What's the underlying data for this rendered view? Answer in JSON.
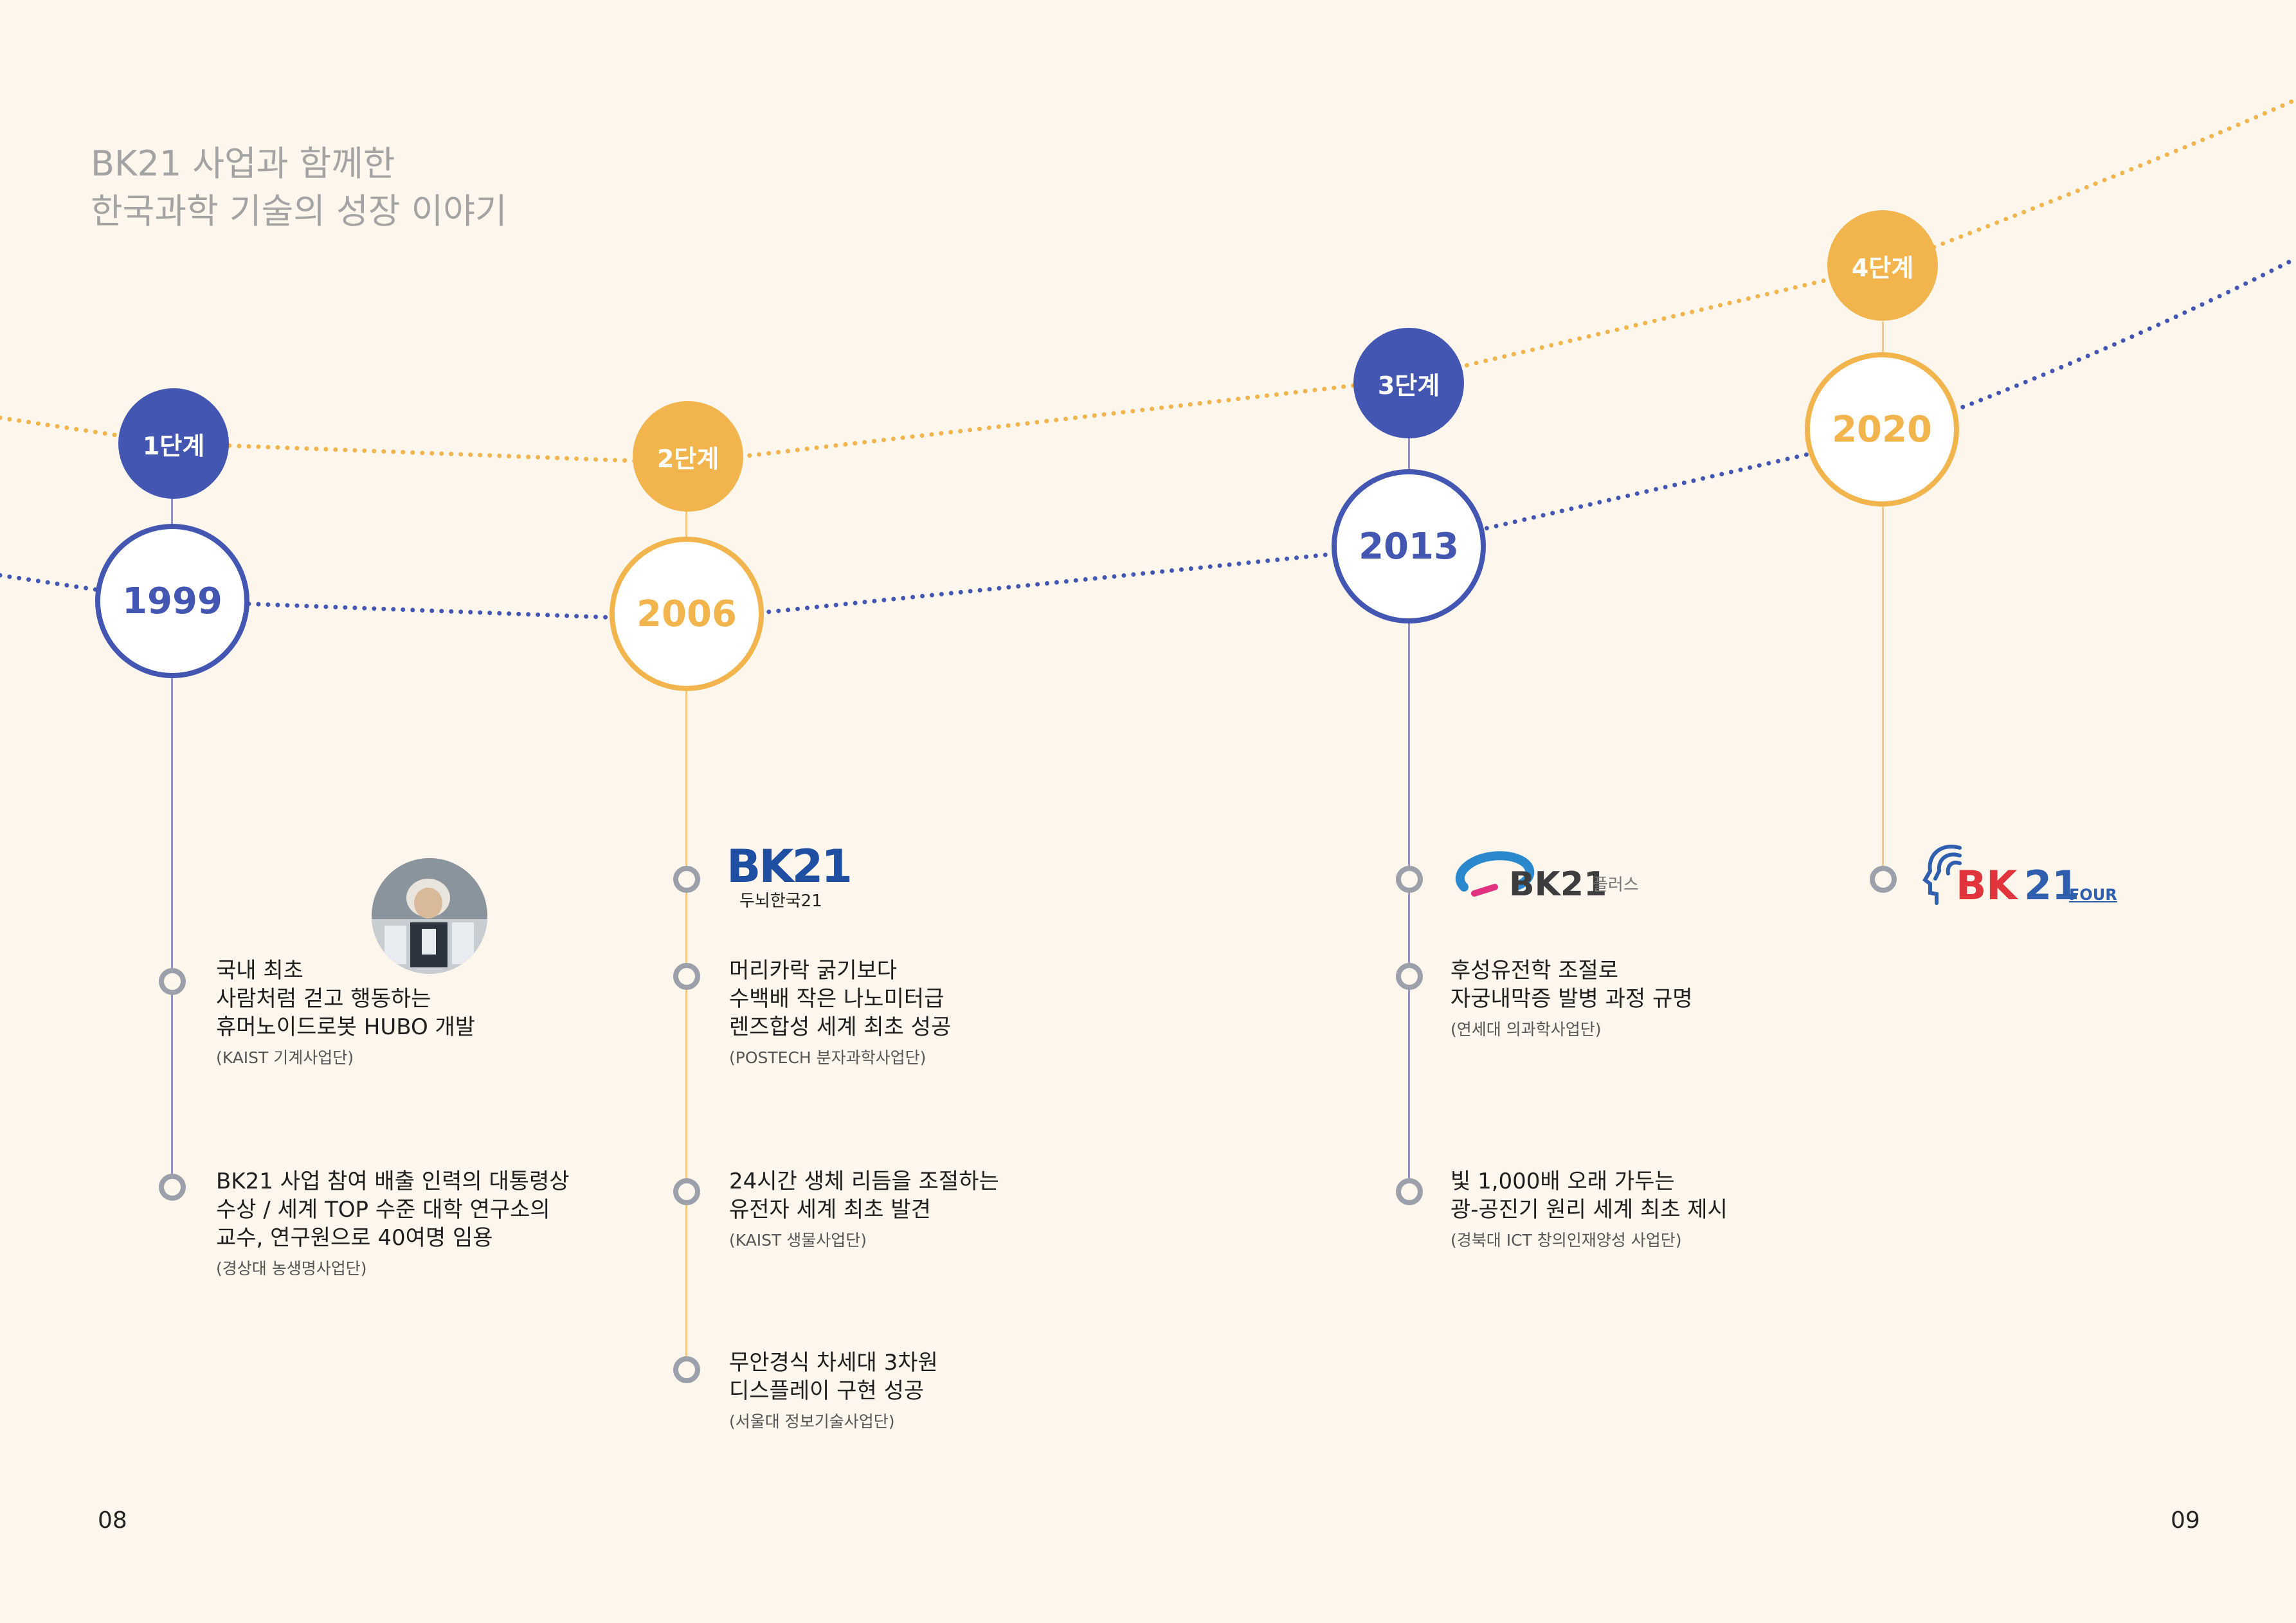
{
  "title": {
    "line1": "BK21 사업과 함께한",
    "line2": "한국과학 기술의 성장 이야기"
  },
  "colors": {
    "blue": "#4356b2",
    "yellow": "#f2b54e",
    "bullet": "#9ba0ab",
    "background": "#fcf6ec"
  },
  "phases": [
    {
      "label": "1단계",
      "year": "1999",
      "color": "blue"
    },
    {
      "label": "2단계",
      "year": "2006",
      "color": "yellow"
    },
    {
      "label": "3단계",
      "year": "2013",
      "color": "blue"
    },
    {
      "label": "4단계",
      "year": "2020",
      "color": "yellow"
    }
  ],
  "phase1": {
    "image": "HUBO robot photo",
    "items": [
      {
        "lines": [
          "국내 최초",
          "사람처럼 걷고 행동하는",
          "휴머노이드로봇 HUBO 개발"
        ],
        "source": "(KAIST 기계사업단)"
      },
      {
        "lines": [
          "BK21 사업 참여 배출 인력의 대통령상",
          "수상 / 세계 TOP 수준 대학 연구소의",
          "교수, 연구원으로 40여명 임용"
        ],
        "source": "(경상대 농생명사업단)"
      }
    ]
  },
  "phase2": {
    "logo": {
      "main": "BK21",
      "sub": "두뇌한국21"
    },
    "items": [
      {
        "lines": [
          "머리카락 굵기보다",
          "수백배 작은 나노미터급",
          "렌즈합성 세계 최초 성공"
        ],
        "source": "(POSTECH 분자과학사업단)"
      },
      {
        "lines": [
          "24시간 생체 리듬을 조절하는",
          "유전자 세계 최초 발견"
        ],
        "source": "(KAIST 생물사업단)"
      },
      {
        "lines": [
          "무안경식 차세대 3차원",
          "디스플레이 구현 성공"
        ],
        "source": "(서울대 정보기술사업단)"
      }
    ]
  },
  "phase3": {
    "logo": {
      "main": "BK21",
      "sub": "플러스"
    },
    "items": [
      {
        "lines": [
          "후성유전학 조절로",
          "자궁내막증 발병 과정 규명"
        ],
        "source": "(연세대 의과학사업단)"
      },
      {
        "lines": [
          "빛 1,000배 오래 가두는",
          "광-공진기 원리 세계 최초 제시"
        ],
        "source": "(경북대 ICT 창의인재양성 사업단)"
      }
    ]
  },
  "phase4": {
    "logo": {
      "bk": "BK",
      "num": "21",
      "sub": "FOUR"
    }
  },
  "page_numbers": {
    "left": "08",
    "right": "09"
  }
}
